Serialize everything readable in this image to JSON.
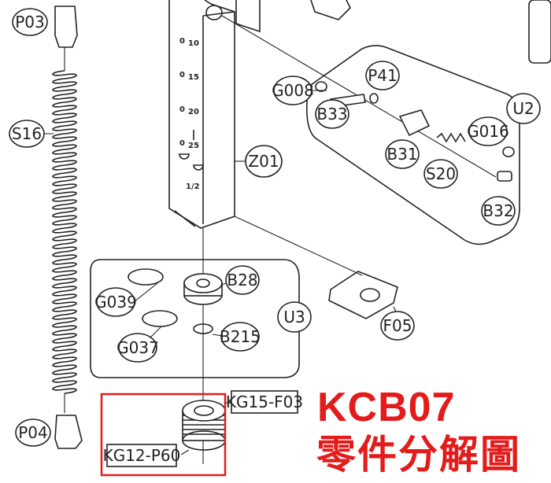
{
  "labels": {
    "P03": "P03",
    "S16": "S16",
    "P04": "P04",
    "Z01": "Z01",
    "G008": "G008",
    "P41": "P41",
    "B33": "B33",
    "U2": "U2",
    "G016": "G016",
    "B31": "B31",
    "S20": "S20",
    "B32": "B32",
    "B28": "B28",
    "G039": "G039",
    "U3": "U3",
    "G037": "G037",
    "B215": "B215",
    "F05": "F05",
    "KG15_F03": "KG15-F03",
    "KG12_P60": "KG12-P60"
  },
  "magazine_marks": [
    "0",
    "10",
    "0",
    "15",
    "0",
    "20",
    "0",
    "25",
    "1/2"
  ],
  "title": {
    "code": "KCB07",
    "subtitle": "零件分解圖"
  },
  "colors": {
    "highlight": "#e31b1b",
    "line": "#222222"
  }
}
